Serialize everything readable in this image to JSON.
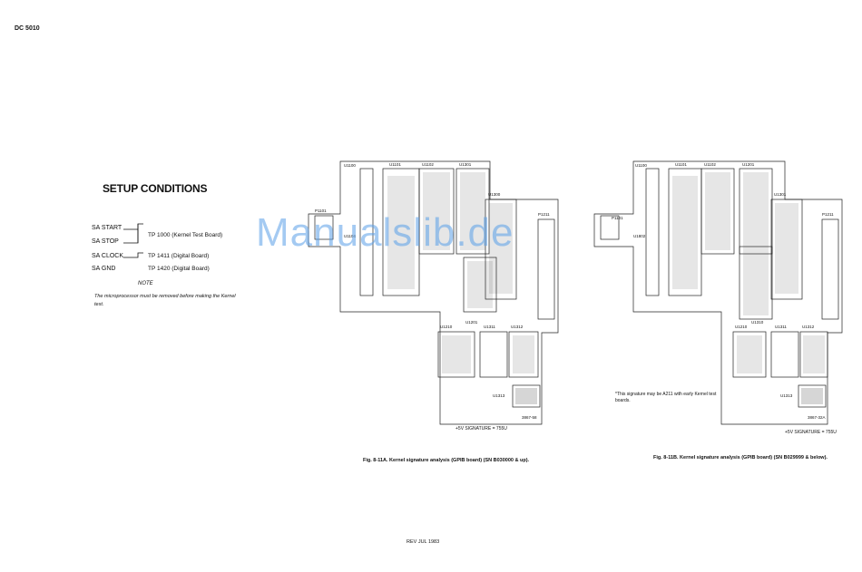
{
  "header": {
    "model": "DC 5010"
  },
  "setup": {
    "title": "SETUP CONDITIONS",
    "signals": [
      "SA START",
      "SA STOP",
      "SA CLOCK",
      "SA GND"
    ],
    "test_points": [
      "TP 1000 (Kernel Test Board)",
      "TP 1411 (Digital Board)",
      "TP 1420 (Digital Board)"
    ],
    "note_heading": "NOTE",
    "note_text": "The microprocessor must be removed before making the Kernel test."
  },
  "watermark": "Manualslib.de",
  "diagram_a": {
    "caption": "Fig. 8-11A. Kernel signature analysis (GPIB board) (SN B030000 & up).",
    "signature_line": "+5V SIGNATURE = 755U",
    "part_no": "3867-58",
    "labels": [
      "U1101",
      "U1102",
      "U1301",
      "U1100",
      "U1104",
      "P1101",
      "U1300",
      "P1211",
      "U1210",
      "U1201",
      "U1311",
      "U1312",
      "U1313"
    ]
  },
  "diagram_b": {
    "caption": "Fig. 8-11B. Kernel signature analysis (GPIB board) (SN B029999 & below).",
    "signature_line": "+5V SIGNATURE = 755U",
    "part_no": "3867-32A",
    "footnote": "*This signature may be A211 with early Kernel test boards.",
    "labels": [
      "U1101",
      "U1102",
      "U1201",
      "U1100",
      "P1101",
      "U1802",
      "U1301",
      "P1211",
      "U1210",
      "U1310",
      "U1311",
      "U1312",
      "U1313"
    ]
  },
  "footer": {
    "revision": "REV JUL 1983"
  }
}
